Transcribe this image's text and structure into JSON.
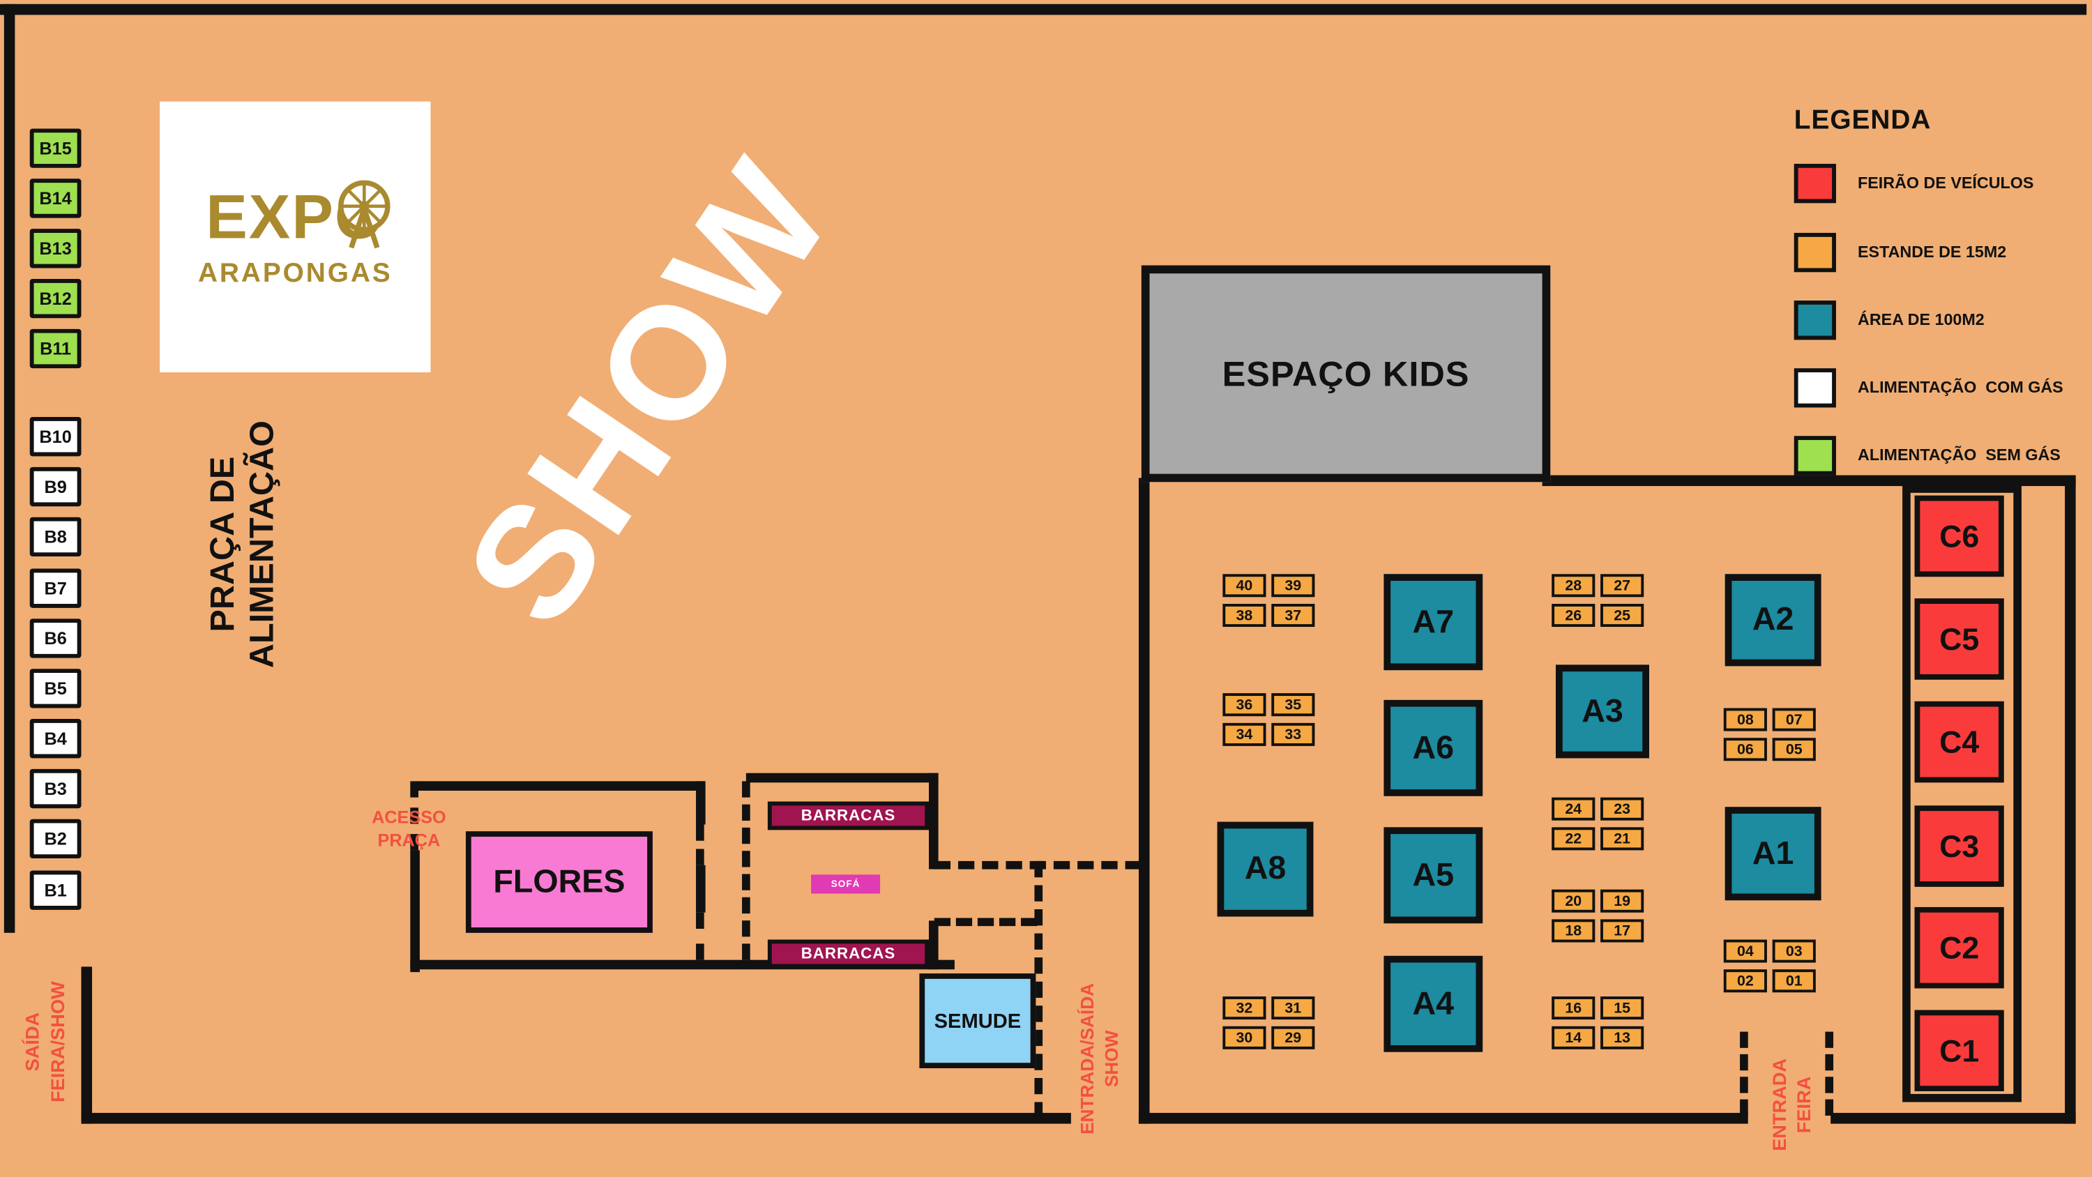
{
  "title": "EXPO ARAPONGAS",
  "colors": {
    "background": "#f0ae74",
    "wall": "#111111",
    "red_vehicle": "#fa3b3b",
    "orange_stand": "#f5a843",
    "teal_area": "#1d8ba0",
    "white_food": "#ffffff",
    "green_food": "#9ee04f",
    "pink_flores": "#f97ad2",
    "blue_semude": "#8fd3f5",
    "maroon_barracas": "#a01450",
    "magenta_sofa": "#e03ab4",
    "gray_kids": "#a9a9a9",
    "red_text": "#f3503f",
    "gold_logo": "#a98a2e"
  },
  "logo": {
    "line1": "EXPO",
    "line2": "ARAPONGAS"
  },
  "show_label": "SHOW",
  "praca_label": {
    "line1": "PRAÇA DE",
    "line2": "ALIMENTAÇÃO"
  },
  "espaco_kids_label": "ESPAÇO KIDS",
  "legend": {
    "title": "LEGENDA",
    "items": [
      {
        "label": "FEIRÃO DE VEÍCULOS",
        "color": "#fa3b3b"
      },
      {
        "label": "ESTANDE DE 15M2",
        "color": "#f5a843"
      },
      {
        "label": "ÁREA DE 100M2",
        "color": "#1d8ba0"
      },
      {
        "label": "ALIMENTAÇÃO  COM GÁS",
        "color": "#ffffff"
      },
      {
        "label": "ALIMENTAÇÃO  SEM GÁS",
        "color": "#9ee04f"
      }
    ]
  },
  "food_booths": {
    "sem_gas": [
      "B15",
      "B14",
      "B13",
      "B12",
      "B11"
    ],
    "com_gas": [
      "B10",
      "B9",
      "B8",
      "B7",
      "B6",
      "B5",
      "B4",
      "B3",
      "B2",
      "B1"
    ]
  },
  "areas_100m2": {
    "a1": "A1",
    "a2": "A2",
    "a3": "A3",
    "a4": "A4",
    "a5": "A5",
    "a6": "A6",
    "a7": "A7",
    "a8": "A8"
  },
  "car_fair": {
    "c1": "C1",
    "c2": "C2",
    "c3": "C3",
    "c4": "C4",
    "c5": "C5",
    "c6": "C6"
  },
  "stands": {
    "g40": [
      "40",
      "39",
      "38",
      "37"
    ],
    "g36": [
      "36",
      "35",
      "34",
      "33"
    ],
    "g32": [
      "32",
      "31",
      "30",
      "29"
    ],
    "g28": [
      "28",
      "27",
      "26",
      "25"
    ],
    "g24": [
      "24",
      "23",
      "22",
      "21"
    ],
    "g20": [
      "20",
      "19",
      "18",
      "17"
    ],
    "g16": [
      "16",
      "15",
      "14",
      "13"
    ],
    "g08": [
      "08",
      "07",
      "06",
      "05"
    ],
    "g04": [
      "04",
      "03",
      "02",
      "01"
    ]
  },
  "labels": {
    "flores": "FLORES",
    "semude": "SEMUDE",
    "barracas_top": "BARRACAS",
    "barracas_bottom": "BARRACAS",
    "sofa": "SOFÁ",
    "acesso_praca": {
      "line1": "ACESSO",
      "line2": "PRAÇA"
    },
    "saida_feira_show": {
      "line1": "SAÍDA",
      "line2": "FEIRA/SHOW"
    },
    "entrada_saida_show": {
      "line1": "ENTRADA/SAÍDA",
      "line2": "SHOW"
    },
    "entrada_feira": {
      "line1": "ENTRADA",
      "line2": "FEIRA"
    }
  }
}
